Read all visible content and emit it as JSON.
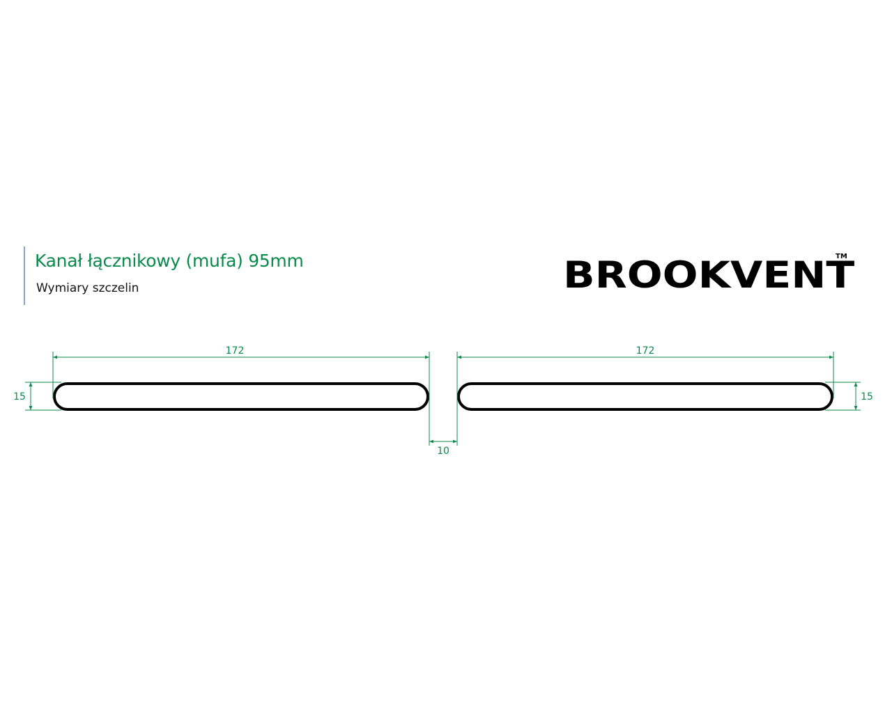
{
  "header": {
    "title": "Kanał łącznikowy (mufa) 95mm",
    "subtitle": "Wymiary szczelin"
  },
  "logo": {
    "text": "BROOKVENT",
    "trademark": "TM"
  },
  "colors": {
    "dimension": "#0a8a4a",
    "outline": "#000000",
    "accent_bar": "#8ea3c4"
  },
  "drawing": {
    "slots": [
      {
        "name": "left-slot",
        "length": "172",
        "height": "15"
      },
      {
        "name": "right-slot",
        "length": "172",
        "height": "15"
      }
    ],
    "gap": "10",
    "labels": {
      "left_length": "172",
      "right_length": "172",
      "left_height": "15",
      "right_height": "15",
      "gap": "10"
    }
  }
}
